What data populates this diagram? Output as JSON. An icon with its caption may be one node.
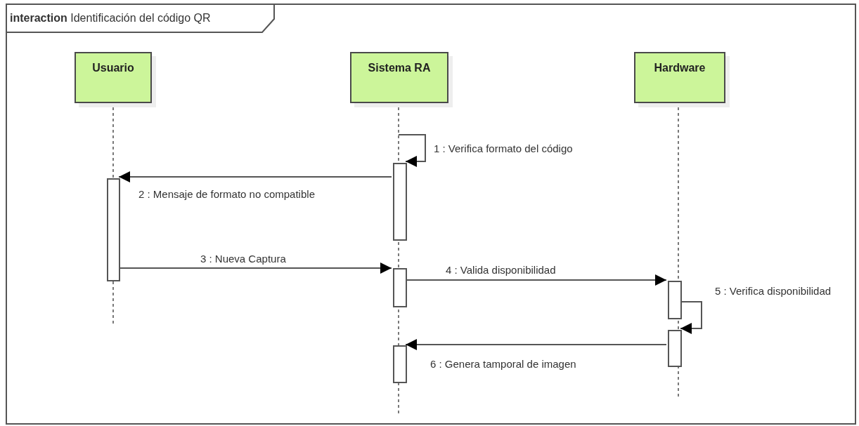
{
  "diagram": {
    "nodes": [
      {
        "text": [
          "**interaction** Identificación del código QR"
        ]
      },
      {
        "text": [
          "Usuario"
        ],
        "in": 0
      },
      {
        "text": [
          "Sistema RA"
        ],
        "in": 0
      },
      {
        "text": [
          "Hardware"
        ],
        "in": 0
      },
      {
        "text": [],
        "shape": "bar",
        "in": 0
      },
      {
        "text": [],
        "shape": "bar",
        "in": 0
      },
      {
        "text": [],
        "shape": "bar",
        "in": 0
      },
      {
        "text": [],
        "shape": "bar",
        "in": 0
      },
      {
        "text": [],
        "shape": "bar",
        "in": 0
      },
      {
        "text": [],
        "shape": "bar",
        "in": 0
      }
    ],
    "edges": [
      {
        "from": null,
        "to": 4,
        "arrow": "to",
        "label": "1 : Verifica formato del código"
      },
      {
        "from": 4,
        "to": 5,
        "arrow": "to",
        "label": "2 : Mensaje de formato no compatible"
      },
      {
        "from": 5,
        "to": 6,
        "arrow": "to",
        "label": "3 : Nueva Captura"
      },
      {
        "from": 6,
        "to": 7,
        "arrow": "to",
        "label": "4 : Valida disponibilidad"
      },
      {
        "from": 7,
        "to": 8,
        "arrow": "to",
        "label": "5 : Verifica disponibilidad"
      },
      {
        "from": 8,
        "to": 9,
        "arrow": "to",
        "label": "6 : Genera tamporal de imagen"
      }
    ]
  }
}
